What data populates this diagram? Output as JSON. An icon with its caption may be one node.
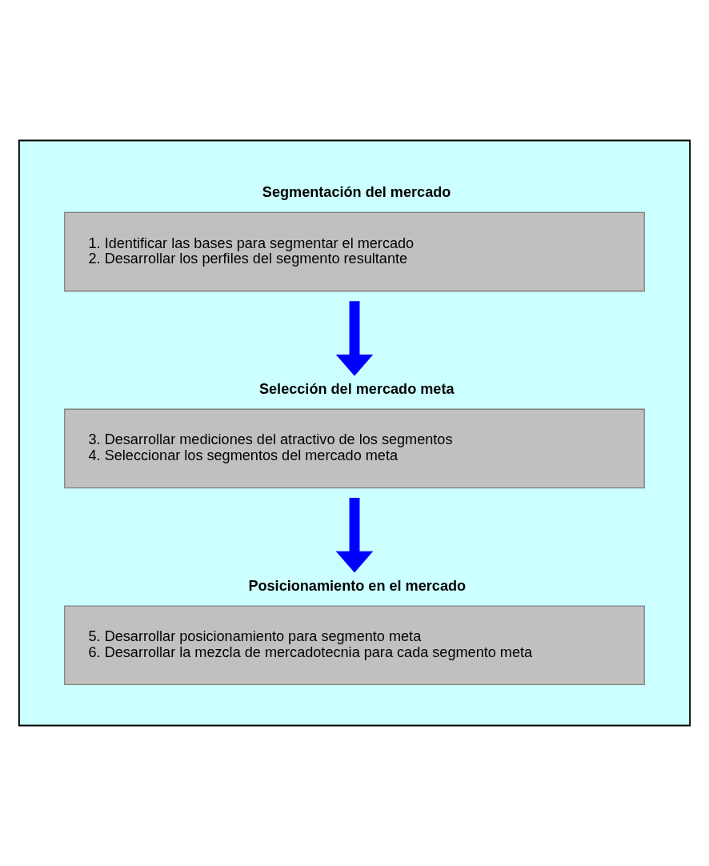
{
  "diagram": {
    "nodes": [
      {
        "text": [],
        "shape": "box"
      },
      {
        "text": [
          "Segmentación del mercado",
          "1. Identificar las bases para segmentar el mercado",
          "2. Desarrollar los perfiles del segmento resultante"
        ],
        "in": 0
      },
      {
        "text": [
          "Selección del mercado meta",
          "3. Desarrollar mediciones del atractivo de los segmentos",
          "4. Seleccionar los segmentos del mercado meta"
        ],
        "in": 0
      },
      {
        "text": [
          "Posicionamiento en el mercado",
          "5. Desarrollar posicionamiento para segmento meta",
          "6. Desarrollar la mezcla de mercadotecnia para cada segmento meta"
        ],
        "in": 0
      }
    ],
    "edges": [
      {
        "from": 1,
        "to": 2,
        "arrow": "to",
        "color": "#0000ff"
      },
      {
        "from": 2,
        "to": 3,
        "arrow": "to",
        "color": "#0000ff"
      }
    ]
  }
}
